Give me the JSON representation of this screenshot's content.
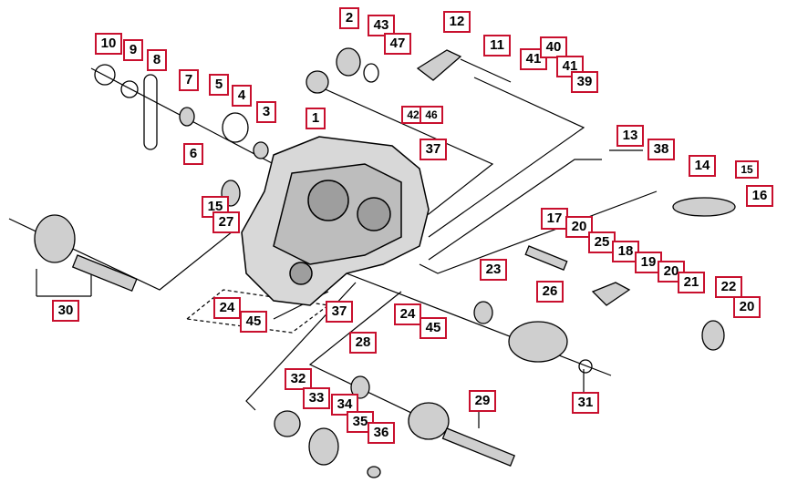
{
  "colors": {
    "callout_border": "#c8102e",
    "line": "#000000",
    "part_fill": "#cfcfcf"
  },
  "callouts": {
    "c10": "10",
    "c9": "9",
    "c8": "8",
    "c7": "7",
    "c5": "5",
    "c4": "4",
    "c3": "3",
    "c6": "6",
    "c2": "2",
    "c43": "43",
    "c47": "47",
    "c12": "12",
    "c11": "11",
    "c41a": "41",
    "c40": "40",
    "c41b": "41",
    "c39": "39",
    "c1": "1",
    "c42": "42",
    "c46": "46",
    "c13": "13",
    "c38": "38",
    "c14": "14",
    "c15a": "15",
    "c16": "16",
    "c37a": "37",
    "c15b": "15",
    "c27": "27",
    "c17": "17",
    "c20a": "20",
    "c25": "25",
    "c18": "18",
    "c19": "19",
    "c20b": "20",
    "c21": "21",
    "c22": "22",
    "c20c": "20",
    "c23": "23",
    "c26": "26",
    "c30": "30",
    "c24a": "24",
    "c45a": "45",
    "c37b": "37",
    "c24b": "24",
    "c45b": "45",
    "c28": "28",
    "c31": "31",
    "c32": "32",
    "c33": "33",
    "c34": "34",
    "c35": "35",
    "c36": "36",
    "c29": "29"
  }
}
